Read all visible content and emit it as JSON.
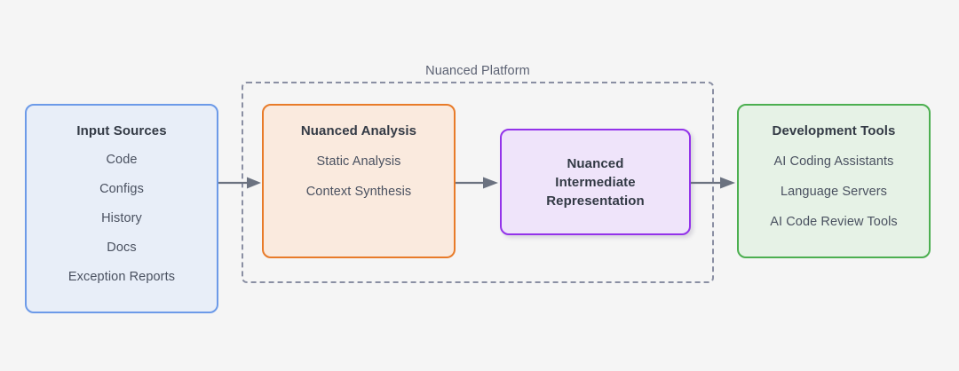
{
  "diagram": {
    "background_color": "#f5f5f5",
    "platform": {
      "label": "Nuanced Platform",
      "border_style": "dashed",
      "border_color": "#8a8fa3"
    },
    "nodes": [
      {
        "id": "input-sources",
        "title": "Input Sources",
        "items": [
          "Code",
          "Configs",
          "History",
          "Docs",
          "Exception Reports"
        ],
        "fill_color": "#e8eef8",
        "border_color": "#6c9ae8"
      },
      {
        "id": "nuanced-analysis",
        "title": "Nuanced Analysis",
        "items": [
          "Static Analysis",
          "Context Synthesis"
        ],
        "fill_color": "#faeade",
        "border_color": "#e87b29"
      },
      {
        "id": "nuanced-intermediate-representation",
        "title_lines": [
          "Nuanced",
          "Intermediate",
          "Representation"
        ],
        "items": [],
        "fill_color": "#efe4fa",
        "border_color": "#9333ea"
      },
      {
        "id": "development-tools",
        "title": "Development Tools",
        "items": [
          "AI Coding Assistants",
          "Language Servers",
          "AI Code Review Tools"
        ],
        "fill_color": "#e6f2e6",
        "border_color": "#4caf50"
      }
    ],
    "arrows": [
      {
        "id": "arrow-input-to-analysis",
        "from": "input-sources",
        "to": "nuanced-analysis",
        "color": "#6b7280"
      },
      {
        "id": "arrow-analysis-to-ir",
        "from": "nuanced-analysis",
        "to": "nuanced-intermediate-representation",
        "color": "#6b7280"
      },
      {
        "id": "arrow-ir-to-dev",
        "from": "nuanced-intermediate-representation",
        "to": "development-tools",
        "color": "#6b7280"
      }
    ]
  }
}
